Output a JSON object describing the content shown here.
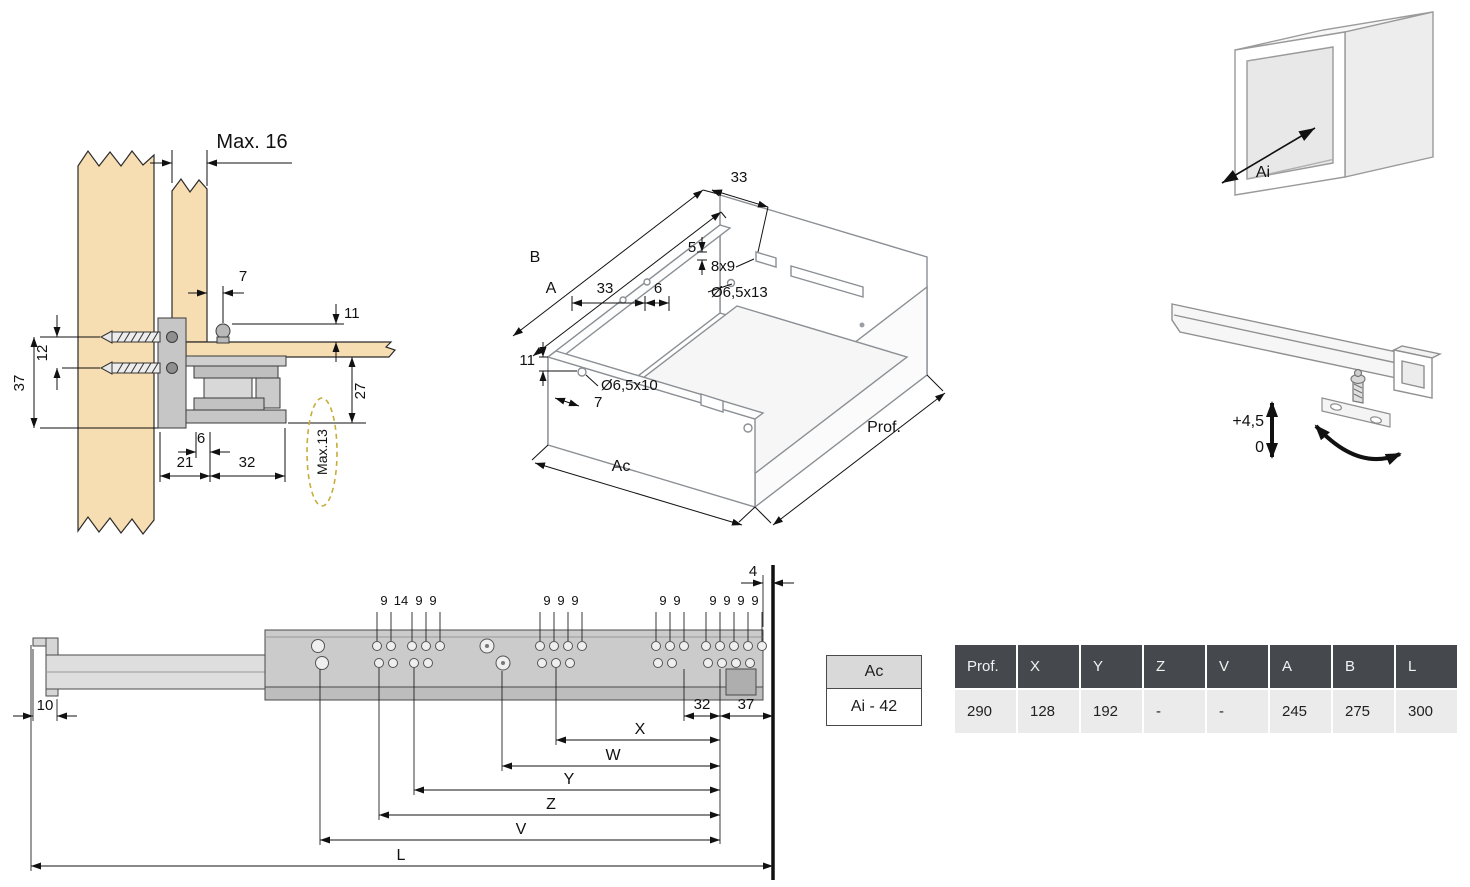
{
  "colors": {
    "wood": "#f7ddb2",
    "metal_light": "#dedede",
    "metal_mid": "#c9c9c9",
    "line_art": "#8a8f94",
    "dimension": "#111111",
    "highlight_dashed": "#c8ad39",
    "table_header_bg": "#45494e",
    "table_header_text": "#f2f2f2",
    "table_row_bg": "#ebebeb"
  },
  "cross_section": {
    "max_top": "Max. 16",
    "d7": "7",
    "d11": "11",
    "d12": "12",
    "d37": "37",
    "d27": "27",
    "d6": "6",
    "d21": "21",
    "d32": "32",
    "max_side": "Max.13"
  },
  "drawer_iso": {
    "d33_top": "33",
    "d5": "5",
    "slot": "8x9",
    "hole_back": "Ø6,5x13",
    "dim_b": "B",
    "dim_a": "A",
    "d33": "33",
    "d6": "6",
    "d11": "11",
    "hole_front": "Ø6,5x10",
    "d7": "7",
    "ac": "Ac",
    "prof": "Prof."
  },
  "cabinet_iso": {
    "ai": "Ai"
  },
  "adjustment": {
    "up": "+4,5",
    "down": "0"
  },
  "rail_view": {
    "d4": "4",
    "d10": "10",
    "d32": "32",
    "d37": "37",
    "group1": [
      "9",
      "14",
      "9",
      "9"
    ],
    "group2": [
      "9",
      "9",
      "9"
    ],
    "group3": [
      "9",
      "9"
    ],
    "group4": [
      "9",
      "9",
      "9",
      "9"
    ],
    "dim_labels": [
      "X",
      "W",
      "Y",
      "Z",
      "V",
      "L"
    ]
  },
  "ac_table": {
    "header": "Ac",
    "value": "Ai - 42"
  },
  "spec_table": {
    "headers": [
      "Prof.",
      "X",
      "Y",
      "Z",
      "V",
      "A",
      "B",
      "L"
    ],
    "values": [
      "290",
      "128",
      "192",
      "-",
      "-",
      "245",
      "275",
      "300"
    ]
  }
}
